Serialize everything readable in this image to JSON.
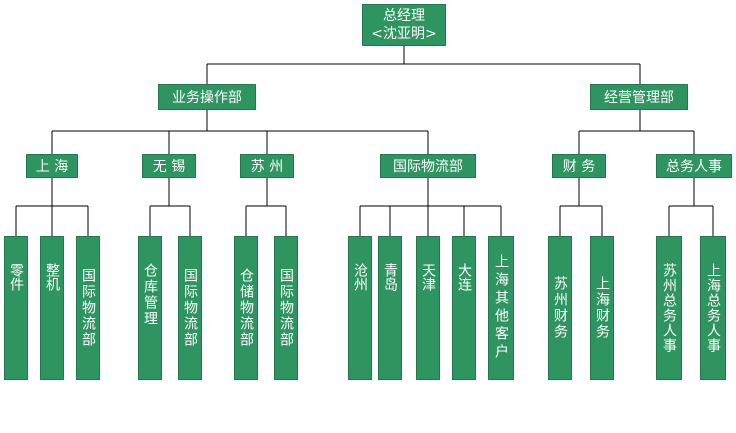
{
  "colors": {
    "node_fill": "#2e9560",
    "node_border": "#1f7a4c",
    "line": "#000000",
    "text": "#ffffff"
  },
  "nodes": {
    "ceo": {
      "title": "总经理",
      "person": "<沈亚明>"
    },
    "biz_ops": "业务操作部",
    "mgmt": "经营管理部",
    "shanghai": "上 海",
    "wuxi": "无 锡",
    "suzhou": "苏 州",
    "intl_logistics": "国际物流部",
    "finance": "财 务",
    "general_hr": "总务人事",
    "sh_parts": "零件",
    "sh_whole": "整机",
    "sh_intl": "国际物流部",
    "wx_warehouse": "仓库管理",
    "wx_intl": "国际物流部",
    "sz_storage": "仓储物流部",
    "sz_intl": "国际物流部",
    "il_cangzhou": "沧州",
    "il_qingdao": "青岛",
    "il_tianjin": "天津",
    "il_dalian": "大连",
    "il_sh_other": "上海其他客户",
    "fin_suzhou": "苏州财务",
    "fin_shanghai": "上海财务",
    "hr_suzhou": "苏州总务人事",
    "hr_shanghai": "上海总务人事"
  }
}
